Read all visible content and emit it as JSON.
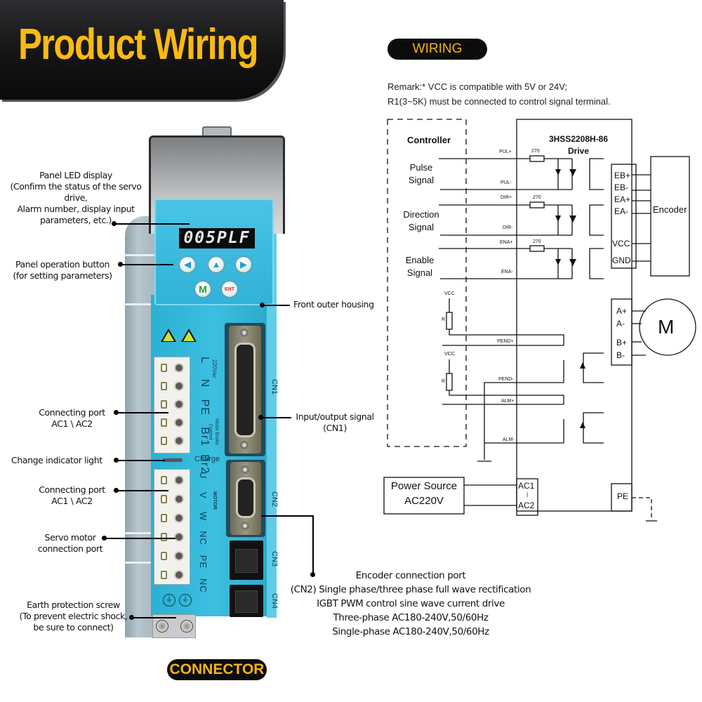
{
  "header": {
    "title": "Product Wiring",
    "title_color": "#FDB913"
  },
  "sections": {
    "wiring_label": "WIRING",
    "connector_label": "CONNECTOR"
  },
  "remark": {
    "line1": "Remark:* VCC is compatible with 5V or 24V;",
    "line2": "R1(3~5K) must be connected to control signal terminal."
  },
  "device": {
    "led_display_value": "005PLF",
    "buttons": [
      {
        "name": "left",
        "icon": "triangle-left"
      },
      {
        "name": "up",
        "icon": "triangle-up"
      },
      {
        "name": "right",
        "icon": "triangle-right"
      },
      {
        "name": "mode",
        "label": "M"
      },
      {
        "name": "enter",
        "label": "ENT"
      }
    ],
    "power_terminal": {
      "pins": [
        "L",
        "N",
        "PE",
        "Br1",
        "Br2"
      ],
      "group_voltage": "220Vac",
      "group_brake": "Motor Brake Control"
    },
    "charge_label": "Charge",
    "motor_terminal": {
      "pins": [
        "U",
        "V",
        "W",
        "NC",
        "PE",
        "NC"
      ],
      "group_motor": "MOTOR"
    },
    "ports": [
      "CN1",
      "CN2",
      "CN3",
      "CN4"
    ],
    "accent_color": "#35B8DC"
  },
  "annotations": {
    "panel_led": [
      "Panel LED display",
      "(Confirm the status of the servo",
      "drive,",
      "Alarm number, display input",
      "parameters, etc.)"
    ],
    "panel_button": [
      "Panel operation button",
      "(for setting parameters)"
    ],
    "front_housing": "Front outer housing",
    "conn_port_1": [
      "Connecting port",
      "AC1 \\ AC2"
    ],
    "charge_light": "Change indicator light",
    "io_signal": [
      "Input/output signal",
      "(CN1)"
    ],
    "conn_port_2": [
      "Connecting port",
      "AC1 \\ AC2"
    ],
    "servo_port": [
      "Servo motor",
      "connection port"
    ],
    "earth_screw": [
      "Earth protection screw",
      "(To prevent electric shock,",
      "be sure to connect)"
    ],
    "encoder_port": [
      "Encoder connection port",
      "(CN2) Single phase/three phase full wave rectification",
      "IGBT PWM control sine wave current drive",
      "Three-phase AC180-240V,50/60Hz",
      "Single-phase AC180-240V,50/60Hz"
    ]
  },
  "schematic": {
    "controller_title": "Controller",
    "drive_title": [
      "3HSS2208H-86",
      "Drive"
    ],
    "signals": [
      {
        "label": [
          "Pulse",
          "Signal"
        ],
        "pos": "PUL+",
        "neg": "PUL-",
        "resistor": "270"
      },
      {
        "label": [
          "Direction",
          "Signal"
        ],
        "pos": "DIR+",
        "neg": "DIR-",
        "resistor": "270"
      },
      {
        "label": [
          "Enable",
          "Signal"
        ],
        "pos": "ENA+",
        "neg": "ENA-",
        "resistor": "270"
      }
    ],
    "encoder": {
      "title": "Encoder",
      "pins": [
        "EB+",
        "EB-",
        "EA+",
        "EA-",
        "VCC",
        "GND"
      ]
    },
    "motor": {
      "symbol": "M",
      "pins": [
        "A+",
        "A-",
        "B+",
        "B-"
      ]
    },
    "outputs": [
      {
        "vcc": "VCC",
        "r": "R",
        "pos": "PEND+",
        "neg": "PEND-"
      },
      {
        "vcc": "VCC",
        "r": "R",
        "pos": "ALM+",
        "neg": "ALM-"
      }
    ],
    "power": {
      "source": [
        "Power Source",
        "AC220V"
      ],
      "terminals": [
        "AC1",
        "AC2"
      ],
      "pe": "PE"
    }
  }
}
